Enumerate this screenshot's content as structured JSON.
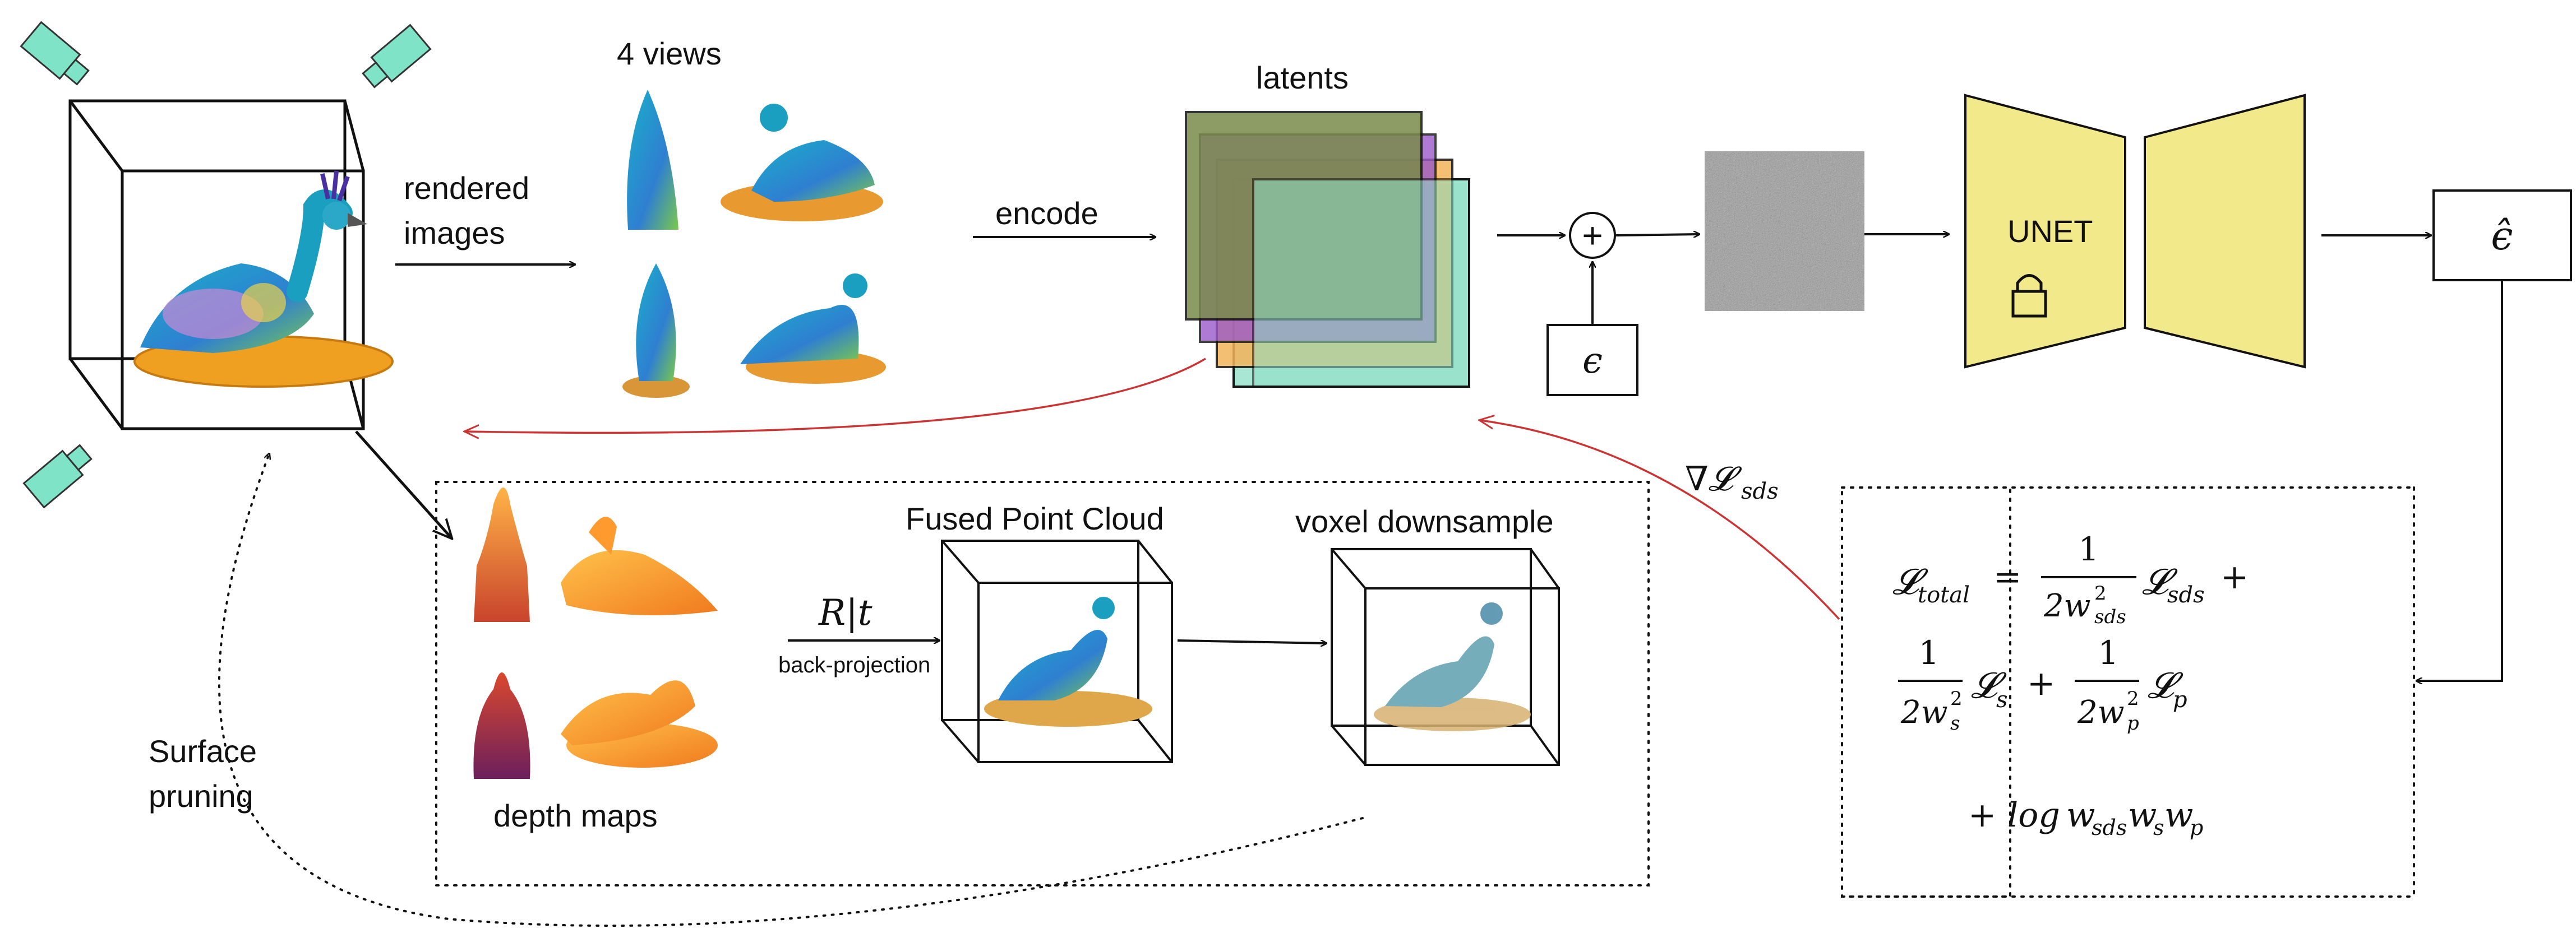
{
  "labels": {
    "views_title": "4 views",
    "rendered_images": [
      "rendered",
      "images"
    ],
    "encode": "encode",
    "latents": "latents",
    "plus": "+",
    "epsilon": "ϵ",
    "unet": "UNET",
    "eps_hat": "ϵ̂",
    "grad_loss": "∇𝓛",
    "grad_loss_sub": "sds",
    "depth_maps": "depth maps",
    "rt": "R|t",
    "back_projection": "back-projection",
    "fused_point_cloud": "Fused Point Cloud",
    "voxel_downsample": "voxel downsample",
    "surface_pruning": [
      "Surface",
      "pruning"
    ]
  },
  "loss": {
    "L": "𝓛",
    "total_sub": "total",
    "equals": "=",
    "one": "1",
    "two_w": "2w",
    "sq": "2",
    "sds": "sds",
    "s": "s",
    "p": "p",
    "plus": "+",
    "log_term": "log",
    "w": "w"
  },
  "colors": {
    "cube_teal": "#7fe3c8",
    "latent_green": "#7a8a4a",
    "latent_purple": "#9b59c9",
    "latent_orange": "#f2b45a",
    "latent_teal": "#8fe0c7",
    "unet_fill": "#f2e98a",
    "red_arrow": "#cc3333",
    "noise": "#8a8a8a"
  }
}
